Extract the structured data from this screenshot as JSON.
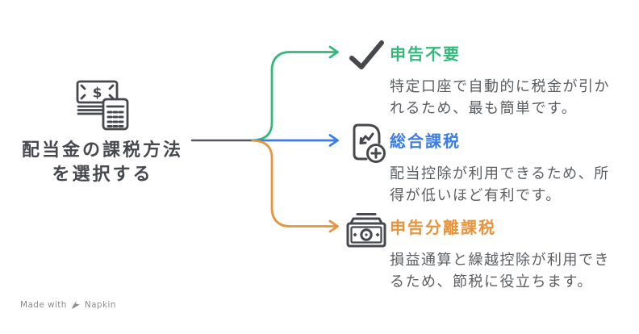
{
  "root": {
    "icon": "money-calculator-icon",
    "title_lines": [
      "配当金の課税方法",
      "を選択する"
    ]
  },
  "branches": [
    {
      "icon": "checkmark-icon",
      "label": "申告不要",
      "description": "特定口座で自動的に税金が引かれるため、最も簡単です。",
      "color": "#34b97b"
    },
    {
      "icon": "document-chart-plus-icon",
      "label": "総合課税",
      "description": "配当控除が利用できるため、所得が低いほど有利です。",
      "color": "#3d7de8"
    },
    {
      "icon": "banknote-icon",
      "label": "申告分離課税",
      "description": "損益通算と繰越控除が利用できるため、節税に役立ちます。",
      "color": "#e7943d"
    }
  ],
  "colors": {
    "node_dark": "#47494e",
    "icon_dark": "#46484d",
    "connector_gray": "#54575b",
    "description_text": "#5b5e62",
    "footer_text": "#8a8c8f",
    "background": "#ffffff"
  },
  "footer": {
    "made_with": "Made with",
    "brand": "Napkin"
  }
}
